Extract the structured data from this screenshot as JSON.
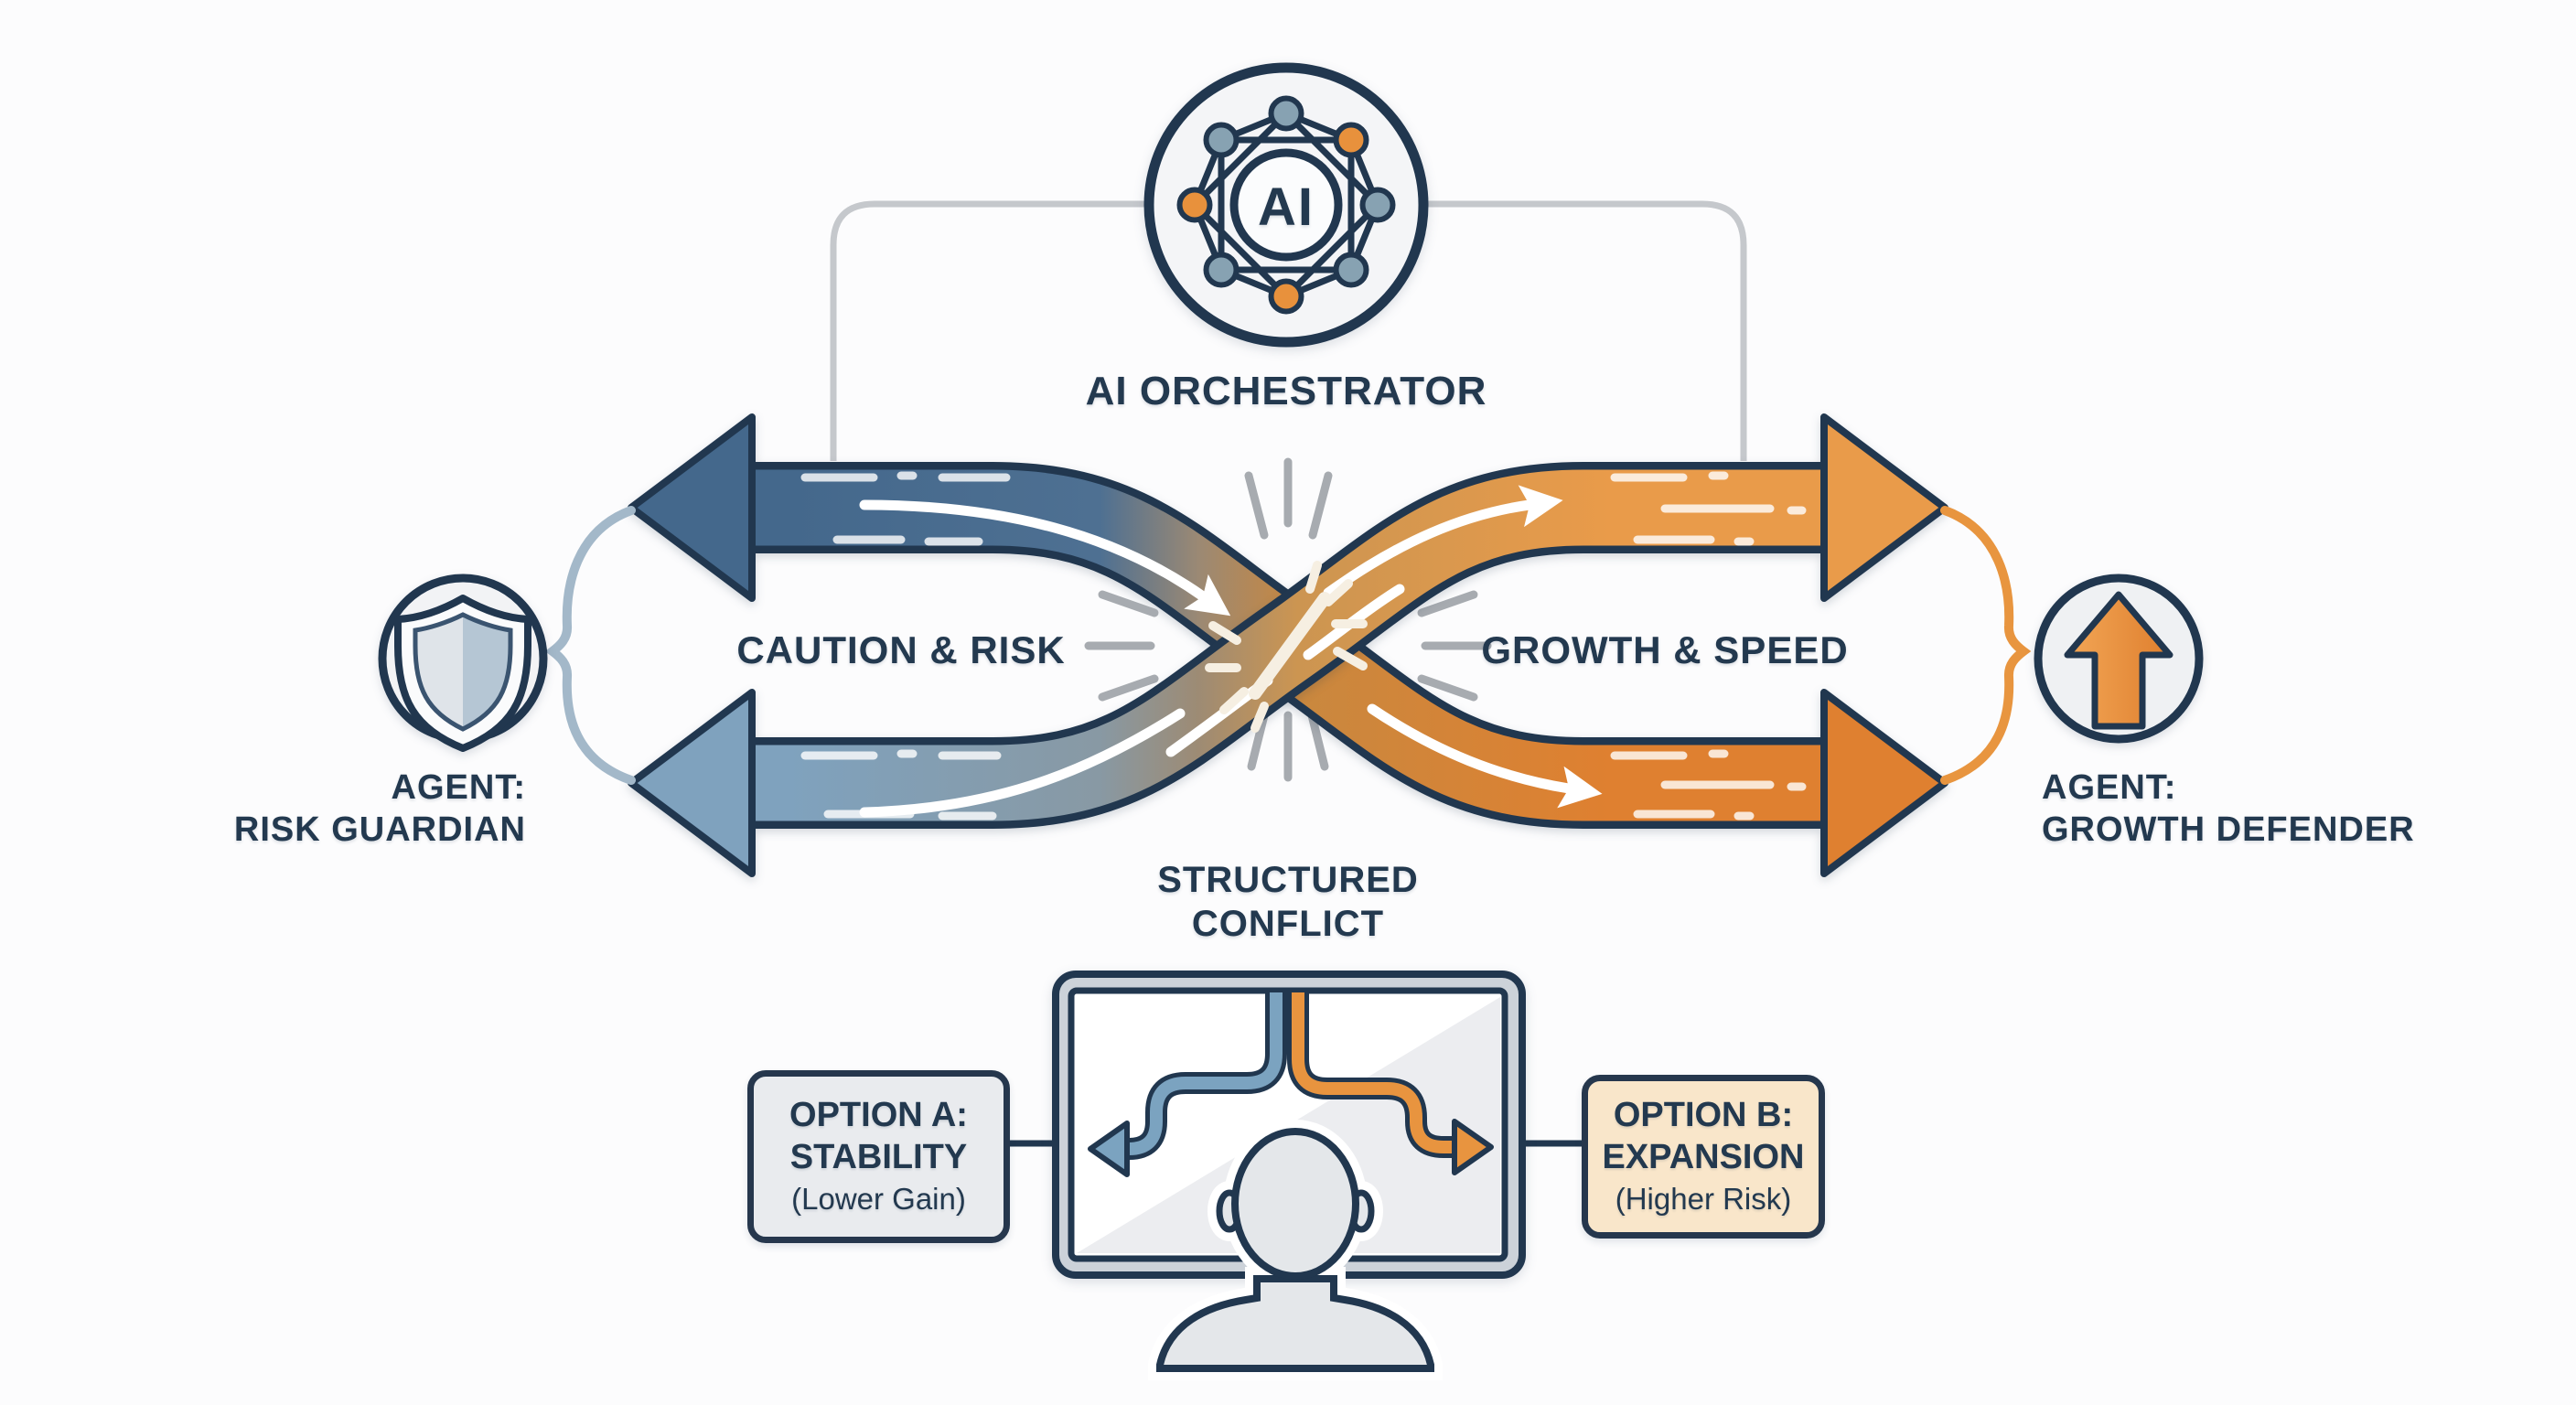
{
  "orchestrator": {
    "icon_text": "AI",
    "label": "AI ORCHESTRATOR"
  },
  "flows": {
    "left": "CAUTION & RISK",
    "right": "GROWTH & SPEED"
  },
  "conflict": {
    "line1": "STRUCTURED",
    "line2": "CONFLICT"
  },
  "agents": {
    "left": {
      "line1": "AGENT:",
      "line2": "RISK GUARDIAN"
    },
    "right": {
      "line1": "AGENT:",
      "line2": "GROWTH DEFENDER"
    }
  },
  "options": {
    "a": {
      "line1": "OPTION A:",
      "line2": "STABILITY",
      "line3": "(Lower Gain)"
    },
    "b": {
      "line1": "OPTION B:",
      "line2": "EXPANSION",
      "line3": "(Higher Risk)"
    }
  },
  "icons": [
    "ai-network-icon",
    "shield-icon",
    "up-arrow-icon",
    "collision-spark-icon",
    "monitor-icon",
    "person-icon"
  ],
  "colors": {
    "navy": "#21374f",
    "text": "#23394f",
    "blue_dark": "#44688c",
    "blue_light": "#7fa2be",
    "orange": "#e99b4a",
    "orange_deep": "#df8030",
    "taupe_blend": "#9b8974",
    "frame_gray": "#c5c8cc",
    "dash_gray": "#a7abb0",
    "spark_cream": "#f6efe2",
    "bracket_blue": "#a3b8c9",
    "bracket_orange": "#e8953f",
    "option_a_bg": "#e9ebee",
    "option_b_bg": "#f9e6ca",
    "node_blue": "#87a2b2",
    "node_orange": "#e8913c"
  }
}
